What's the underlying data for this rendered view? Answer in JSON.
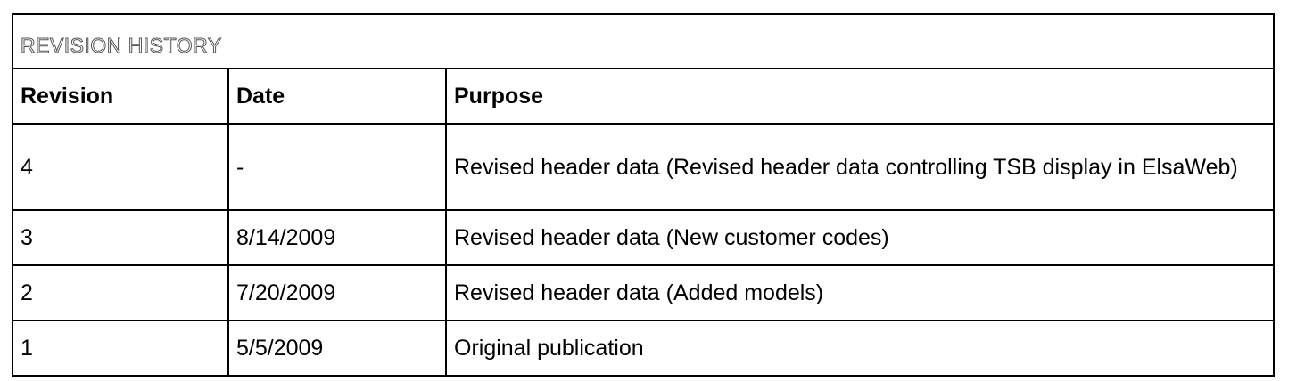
{
  "title": "REVISION HISTORY",
  "columns": [
    "Revision",
    "Date",
    "Purpose"
  ],
  "rows": [
    {
      "revision": "4",
      "date": "-",
      "purpose": "Revised header data (Revised header data controlling TSB display in ElsaWeb)"
    },
    {
      "revision": "3",
      "date": "8/14/2009",
      "purpose": "Revised header data (New customer codes)"
    },
    {
      "revision": "2",
      "date": "7/20/2009",
      "purpose": "Revised header data (Added models)"
    },
    {
      "revision": "1",
      "date": "5/5/2009",
      "purpose": "Original publication"
    }
  ]
}
